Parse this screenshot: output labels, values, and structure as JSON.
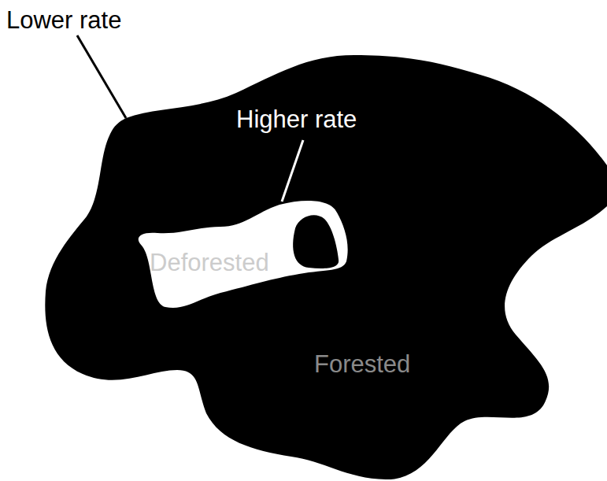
{
  "diagram": {
    "nodes": [
      {
        "text": [
          "Forested"
        ]
      },
      {
        "text": [
          "Deforested"
        ],
        "in": 0
      }
    ],
    "labels": [
      "Lower rate",
      "Higher rate"
    ]
  }
}
